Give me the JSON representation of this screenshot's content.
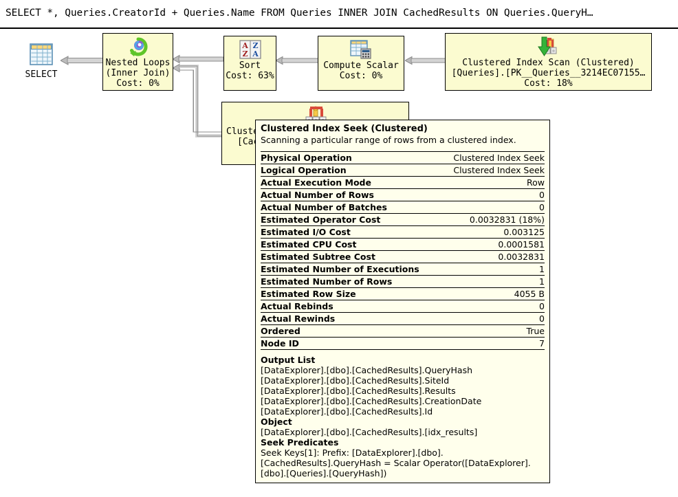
{
  "query": {
    "text": "SELECT *, Queries.CreatorId + Queries.Name FROM Queries INNER JOIN CachedResults ON Queries.QueryH…"
  },
  "colors": {
    "node_fill": "#fbfbd0",
    "tooltip_fill": "#ffffec",
    "border": "#000000",
    "connector": "#a8a8a8",
    "page_bg": "#ffffff"
  },
  "plan": {
    "nodes": [
      {
        "id": "select",
        "icon": "select-result-icon",
        "caption": "SELECT"
      },
      {
        "id": "nested-loops",
        "icon": "nested-loops-icon",
        "line1": "Nested Loops",
        "line2": "(Inner Join)",
        "line3": "Cost: 0%"
      },
      {
        "id": "sort",
        "icon": "sort-az-icon",
        "line1": "Sort",
        "line2": "Cost: 63%"
      },
      {
        "id": "compute-scalar",
        "icon": "compute-scalar-icon",
        "line1": "Compute Scalar",
        "line2": "Cost: 0%"
      },
      {
        "id": "clustered-index-scan",
        "icon": "clustered-index-scan-icon",
        "line1": "Clustered Index Scan (Clustered)",
        "line2": "[Queries].[PK__Queries__3214EC07155…",
        "line3": "Cost: 18%"
      },
      {
        "id": "clustered-index-seek",
        "icon": "clustered-index-seek-icon",
        "line1": "Cluste",
        "line2": "[Cach"
      }
    ]
  },
  "tooltip": {
    "title": "Clustered Index Seek (Clustered)",
    "description": "Scanning a particular range of rows from a clustered index.",
    "rows": [
      {
        "key": "Physical Operation",
        "value": "Clustered Index Seek"
      },
      {
        "key": "Logical Operation",
        "value": "Clustered Index Seek"
      },
      {
        "key": "Actual Execution Mode",
        "value": "Row"
      },
      {
        "key": "Actual Number of Rows",
        "value": "0"
      },
      {
        "key": "Actual Number of Batches",
        "value": "0"
      },
      {
        "key": "Estimated Operator Cost",
        "value": "0.0032831 (18%)"
      },
      {
        "key": "Estimated I/O Cost",
        "value": "0.003125"
      },
      {
        "key": "Estimated CPU Cost",
        "value": "0.0001581"
      },
      {
        "key": "Estimated Subtree Cost",
        "value": "0.0032831"
      },
      {
        "key": "Estimated Number of Executions",
        "value": "1"
      },
      {
        "key": "Estimated Number of Rows",
        "value": "1"
      },
      {
        "key": "Estimated Row Size",
        "value": "4055 B"
      },
      {
        "key": "Actual Rebinds",
        "value": "0"
      },
      {
        "key": "Actual Rewinds",
        "value": "0"
      },
      {
        "key": "Ordered",
        "value": "True"
      },
      {
        "key": "Node ID",
        "value": "7"
      }
    ],
    "output_list_heading": "Output List",
    "output_list": [
      "[DataExplorer].[dbo].[CachedResults].QueryHash",
      "[DataExplorer].[dbo].[CachedResults].SiteId",
      "[DataExplorer].[dbo].[CachedResults].Results",
      "[DataExplorer].[dbo].[CachedResults].CreationDate",
      "[DataExplorer].[dbo].[CachedResults].Id"
    ],
    "object_heading": "Object",
    "object_value": "[DataExplorer].[dbo].[CachedResults].[idx_results]",
    "seek_predicates_heading": "Seek Predicates",
    "seek_predicates_value": "Seek Keys[1]: Prefix: [DataExplorer].[dbo].[CachedResults].QueryHash = Scalar Operator([DataExplorer].[dbo].[Queries].[QueryHash])"
  }
}
